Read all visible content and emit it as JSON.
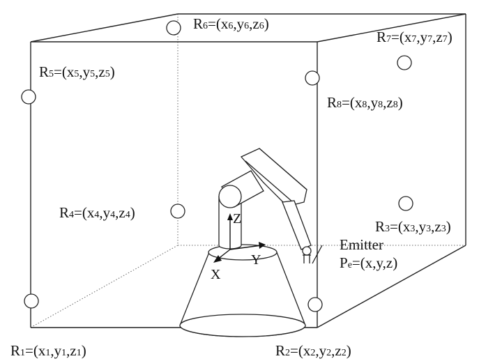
{
  "receivers": [
    {
      "id": "R1",
      "name": "R",
      "sub": "1",
      "eq": "=(x",
      "c1": "1",
      "m1": ",y",
      "c2": "1",
      "m2": ",z",
      "c3": "1",
      "end": ")"
    },
    {
      "id": "R2",
      "name": "R",
      "sub": "2",
      "eq": "=(x",
      "c1": "2",
      "m1": ",y",
      "c2": "2",
      "m2": ",z",
      "c3": "2",
      "end": ")"
    },
    {
      "id": "R3",
      "name": "R",
      "sub": "3",
      "eq": "=(x",
      "c1": "3",
      "m1": ",y",
      "c2": "3",
      "m2": ",z",
      "c3": "3",
      "end": ")"
    },
    {
      "id": "R4",
      "name": "R",
      "sub": "4",
      "eq": "=(x",
      "c1": "4",
      "m1": ",y",
      "c2": "4",
      "m2": ",z",
      "c3": "4",
      "end": ")"
    },
    {
      "id": "R5",
      "name": "R",
      "sub": "5",
      "eq": "=(x",
      "c1": "5",
      "m1": ",y",
      "c2": "5",
      "m2": ",z",
      "c3": "5",
      "end": ")"
    },
    {
      "id": "R6",
      "name": "R",
      "sub": "6",
      "eq": "=(x",
      "c1": "6",
      "m1": ",y",
      "c2": "6",
      "m2": ",z",
      "c3": "6",
      "end": ")"
    },
    {
      "id": "R7",
      "name": "R",
      "sub": "7",
      "eq": "=(x",
      "c1": "7",
      "m1": ",y",
      "c2": "7",
      "m2": ",z",
      "c3": "7",
      "end": ")"
    },
    {
      "id": "R8",
      "name": "R",
      "sub": "8",
      "eq": "=(x",
      "c1": "8",
      "m1": ",y",
      "c2": "8",
      "m2": ",z",
      "c3": "8",
      "end": ")"
    }
  ],
  "emitter": {
    "label": "Emitter",
    "pos_name": "P",
    "pos_sub": "e",
    "pos_rest": "=(x,y,z)"
  },
  "axes": {
    "x": "X",
    "y": "Y",
    "z": "Z"
  }
}
